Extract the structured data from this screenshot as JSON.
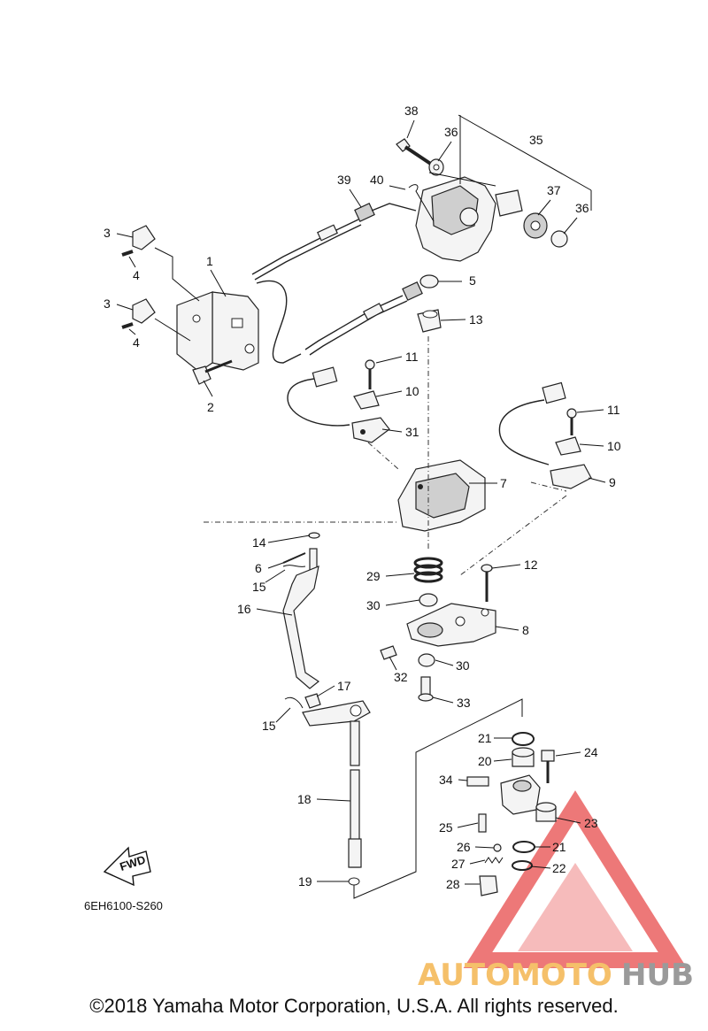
{
  "parts": [
    {
      "id": "1",
      "label": "1"
    },
    {
      "id": "2",
      "label": "2"
    },
    {
      "id": "3a",
      "label": "3"
    },
    {
      "id": "3b",
      "label": "3"
    },
    {
      "id": "4a",
      "label": "4"
    },
    {
      "id": "4b",
      "label": "4"
    },
    {
      "id": "5",
      "label": "5"
    },
    {
      "id": "6",
      "label": "6"
    },
    {
      "id": "7",
      "label": "7"
    },
    {
      "id": "8",
      "label": "8"
    },
    {
      "id": "9",
      "label": "9"
    },
    {
      "id": "10a",
      "label": "10"
    },
    {
      "id": "10b",
      "label": "10"
    },
    {
      "id": "11a",
      "label": "11"
    },
    {
      "id": "11b",
      "label": "11"
    },
    {
      "id": "12",
      "label": "12"
    },
    {
      "id": "13",
      "label": "13"
    },
    {
      "id": "14",
      "label": "14"
    },
    {
      "id": "15a",
      "label": "15"
    },
    {
      "id": "15b",
      "label": "15"
    },
    {
      "id": "16",
      "label": "16"
    },
    {
      "id": "17",
      "label": "17"
    },
    {
      "id": "18",
      "label": "18"
    },
    {
      "id": "19",
      "label": "19"
    },
    {
      "id": "20",
      "label": "20"
    },
    {
      "id": "21a",
      "label": "21"
    },
    {
      "id": "21b",
      "label": "21"
    },
    {
      "id": "22",
      "label": "22"
    },
    {
      "id": "23",
      "label": "23"
    },
    {
      "id": "24",
      "label": "24"
    },
    {
      "id": "25",
      "label": "25"
    },
    {
      "id": "26",
      "label": "26"
    },
    {
      "id": "27",
      "label": "27"
    },
    {
      "id": "28",
      "label": "28"
    },
    {
      "id": "29",
      "label": "29"
    },
    {
      "id": "30a",
      "label": "30"
    },
    {
      "id": "30b",
      "label": "30"
    },
    {
      "id": "31",
      "label": "31"
    },
    {
      "id": "32",
      "label": "32"
    },
    {
      "id": "33",
      "label": "33"
    },
    {
      "id": "34",
      "label": "34"
    },
    {
      "id": "35",
      "label": "35"
    },
    {
      "id": "36a",
      "label": "36"
    },
    {
      "id": "36b",
      "label": "36"
    },
    {
      "id": "37",
      "label": "37"
    },
    {
      "id": "38",
      "label": "38"
    },
    {
      "id": "39",
      "label": "39"
    },
    {
      "id": "40",
      "label": "40"
    }
  ],
  "fwd_label": "FWD",
  "diagram_code": "6EH6100-S260",
  "watermark": {
    "left": "AUTOMOTO",
    "right": "HUB",
    "color_left": "#f5c06a",
    "color_right": "#9a9a9a",
    "triangle_color": "#e84b4b"
  },
  "copyright": "©2018 Yamaha Motor Corporation, U.S.A. All rights reserved."
}
